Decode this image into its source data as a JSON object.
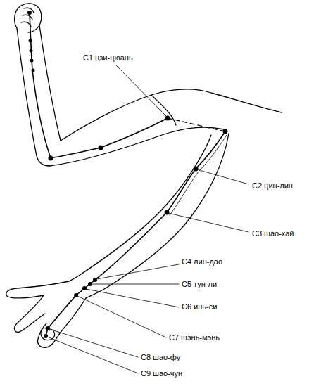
{
  "diagram": {
    "labels": [
      "С1 цзи-цюань",
      "С2 цин-лин",
      "С3 шао-хай",
      "С4 лин-дао",
      "С5 тун-ли",
      "С6 инь-си",
      "С7 шэнь-мэнь",
      "С8 шао-фу",
      "С9 шао-чун"
    ]
  }
}
